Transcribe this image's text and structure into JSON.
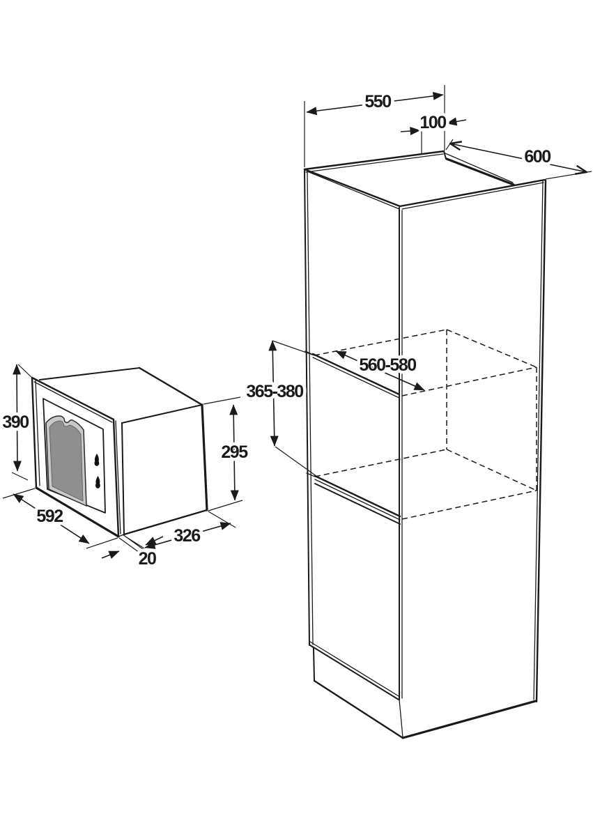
{
  "colors": {
    "line": "#1a1a1a",
    "glass": "#8f8f8f",
    "glass_border": "#c9c9c9",
    "knob": "#111111",
    "background": "#ffffff"
  },
  "dims": {
    "cabinet_top_depth": "550",
    "cabinet_back_gap": "100",
    "cabinet_total_depth": "600",
    "niche_width": "560-580",
    "niche_height": "365-380",
    "mw_frame_height": "390",
    "mw_frame_width": "592",
    "mw_body_depth": "326",
    "mw_frame_offset": "20",
    "mw_body_height": "295"
  }
}
